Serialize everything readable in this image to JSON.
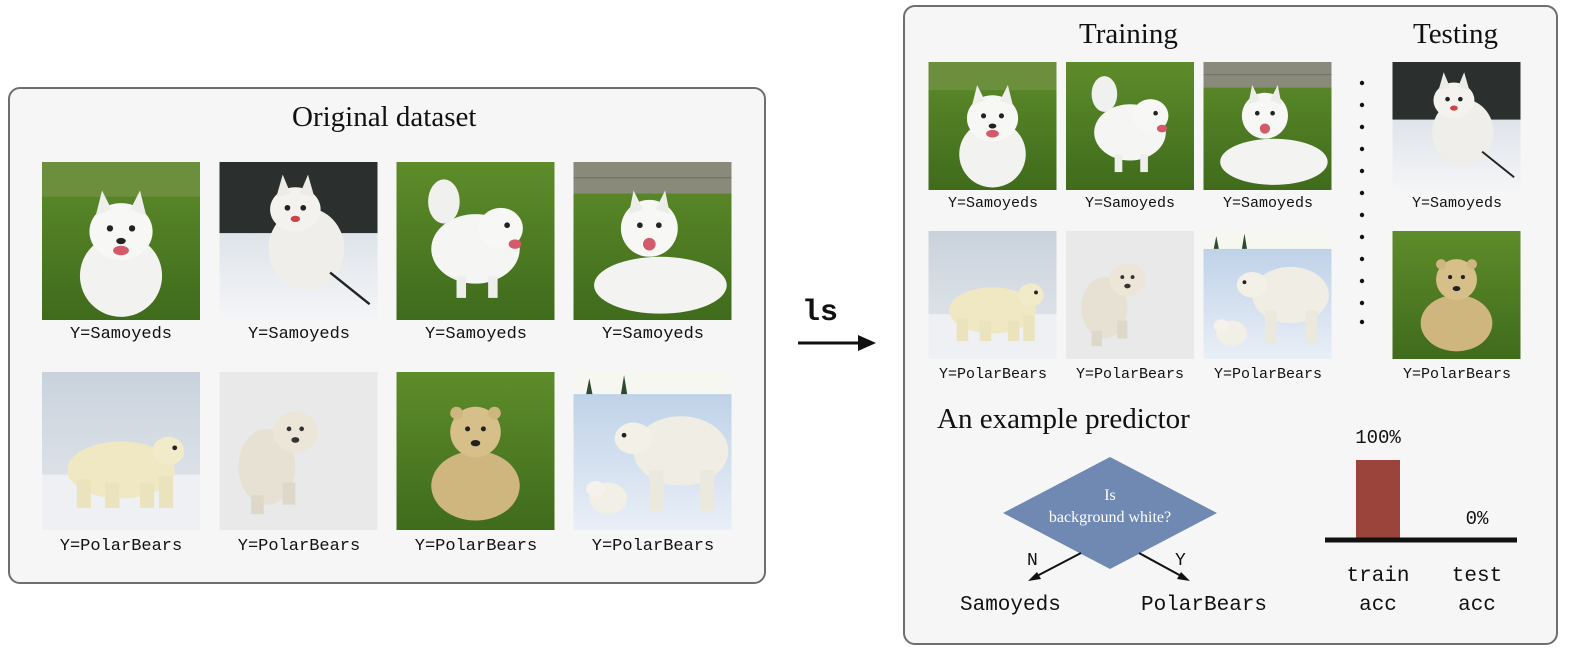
{
  "left_panel": {
    "title": "Original dataset",
    "samoyed_labels": [
      "Y=Samoyeds",
      "Y=Samoyeds",
      "Y=Samoyeds",
      "Y=Samoyeds"
    ],
    "polar_labels": [
      "Y=PolarBears",
      "Y=PolarBears",
      "Y=PolarBears",
      "Y=PolarBears"
    ]
  },
  "arrow": {
    "command": "ls"
  },
  "right_panel": {
    "training_title": "Training",
    "testing_title": "Testing",
    "train_samoyed_labels": [
      "Y=Samoyeds",
      "Y=Samoyeds",
      "Y=Samoyeds"
    ],
    "train_polar_labels": [
      "Y=PolarBears",
      "Y=PolarBears",
      "Y=PolarBears"
    ],
    "test_samoyed_label": "Y=Samoyeds",
    "test_polar_label": "Y=PolarBears",
    "predictor_title": "An example predictor",
    "tree": {
      "question_line1": "Is",
      "question_line2": "background white?",
      "no_branch": "N",
      "yes_branch": "Y",
      "no_leaf": "Samoyeds",
      "yes_leaf": "PolarBears"
    },
    "accuracy": {
      "train_value": 100,
      "test_value": 0,
      "train_text": "100%",
      "test_text": "0%",
      "train_label_line1": "train",
      "train_label_line2": "acc",
      "test_label_line1": "test",
      "test_label_line2": "acc"
    }
  },
  "colors": {
    "bar": "#9a443c",
    "diamond": "#6f89b3",
    "panel_bg": "#f6f6f6",
    "panel_border": "#6e6e6e"
  }
}
